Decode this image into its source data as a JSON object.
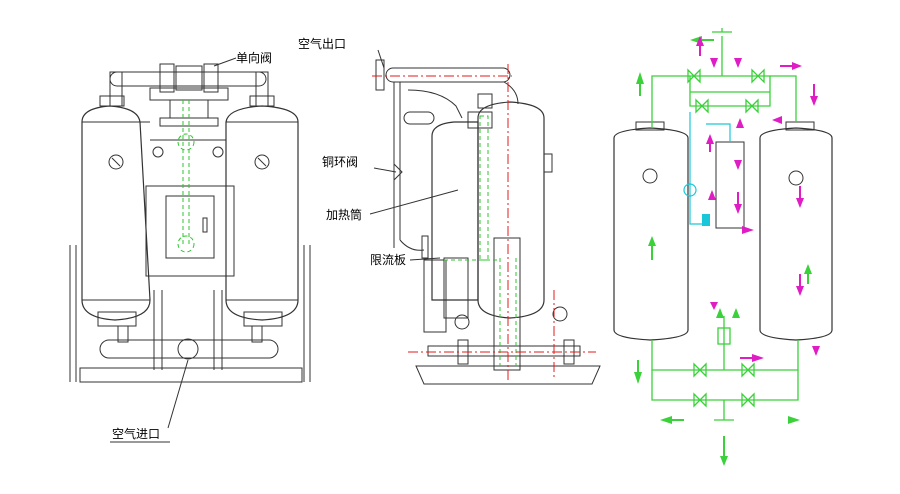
{
  "labels": {
    "check_valve": "单向阀",
    "air_outlet": "空气出口",
    "copper_ring_valve": "铜环阀",
    "heating_tube": "加热筒",
    "flow_limit_plate": "限流板",
    "air_inlet": "空气进口"
  },
  "colors": {
    "outline": "#333333",
    "flow_green": "#3ad13a",
    "axis_red": "#e21b1b",
    "arrow_magenta": "#e01cc4",
    "line_cyan": "#19c7d8"
  }
}
